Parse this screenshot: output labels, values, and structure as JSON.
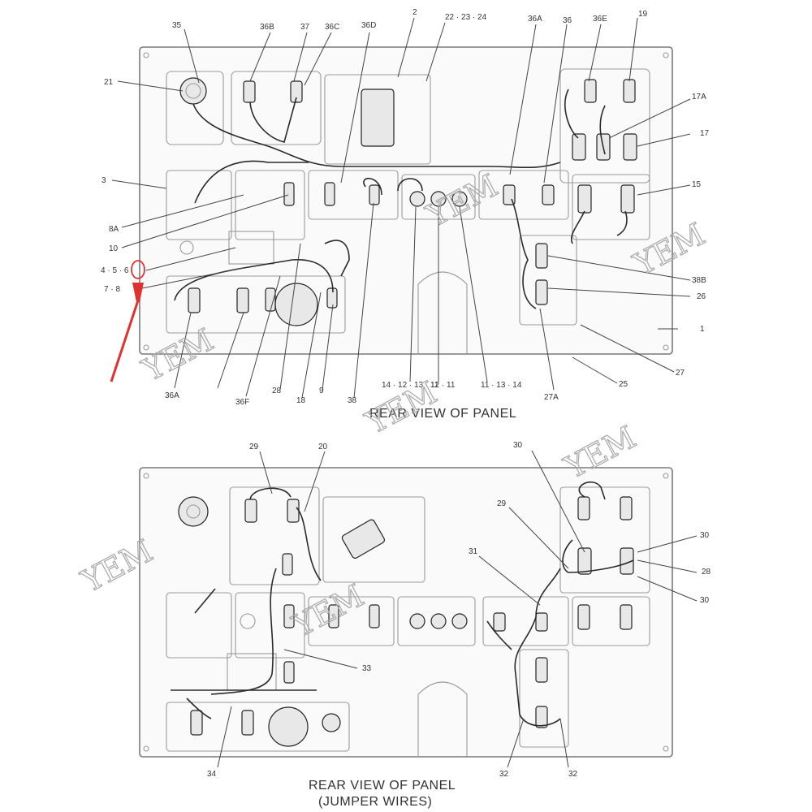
{
  "top_panel": {
    "caption": "REAR VIEW OF PANEL",
    "callouts": {
      "c35": "35",
      "c36b": "36B",
      "c37": "37",
      "c36c": "36C",
      "c36d": "36D",
      "c2": "2",
      "c222324": "22 · 23 · 24",
      "c36a": "36A",
      "c36": "36",
      "c36e": "36E",
      "c19": "19",
      "c21": "21",
      "c17a": "17A",
      "c17": "17",
      "c3": "3",
      "c15": "15",
      "c8a": "8A",
      "c10": "10",
      "c456": "4 · 5 · 6",
      "c78": "7 · 8",
      "c38b": "38B",
      "c26": "26",
      "c1": "1",
      "c27": "27",
      "c25": "25",
      "c27a": "27A",
      "c36a_b": "36A",
      "c36f": "36F",
      "c28": "28",
      "c18": "18",
      "c9": "9",
      "c38": "38",
      "c14121311": "14 · 12 · 13 · 11",
      "c1211": "12 · 11",
      "c111314": "11 · 13 · 14"
    }
  },
  "bottom_panel": {
    "caption_line1": "REAR VIEW OF PANEL",
    "caption_line2": "(JUMPER WIRES)",
    "callouts": {
      "c29": "29",
      "c20": "20",
      "c30a": "30",
      "c29b": "29",
      "c31": "31",
      "c30b": "30",
      "c28": "28",
      "c30c": "30",
      "c33": "33",
      "c34": "34",
      "c32a": "32",
      "c32b": "32"
    }
  },
  "watermark": "YEM",
  "colors": {
    "annotation": "#e03030",
    "line": "#2a2a2a",
    "panel_edge": "#7a7a7a"
  }
}
